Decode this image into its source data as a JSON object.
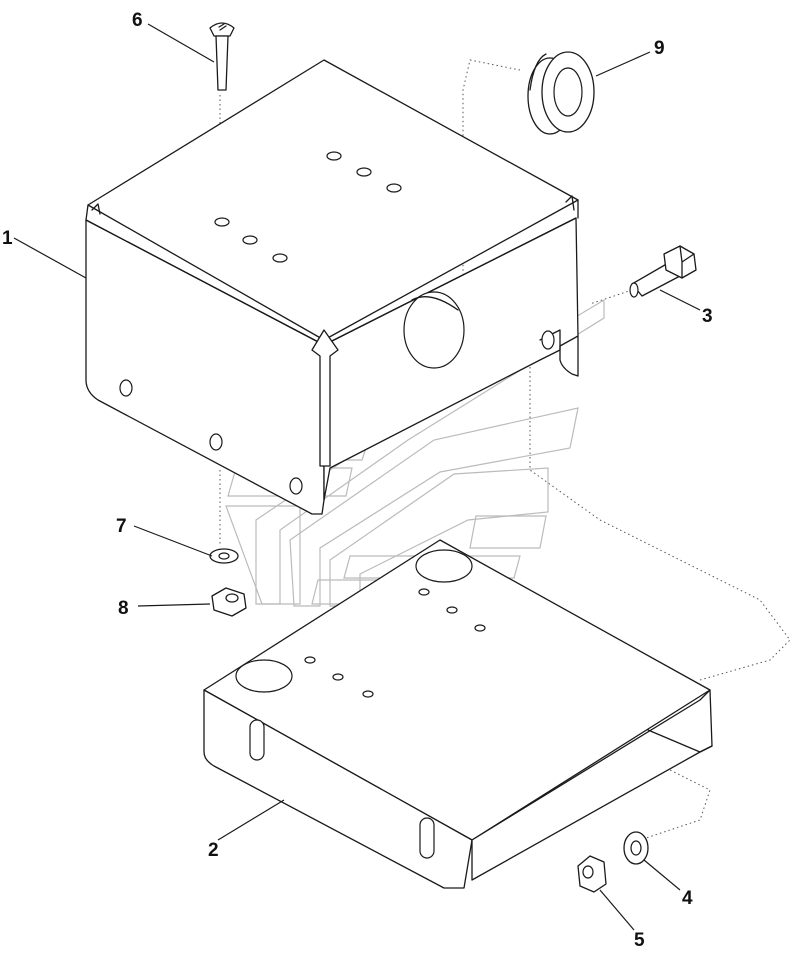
{
  "callouts": [
    {
      "id": "1",
      "text": "1"
    },
    {
      "id": "2",
      "text": "2"
    },
    {
      "id": "3",
      "text": "3"
    },
    {
      "id": "4",
      "text": "4"
    },
    {
      "id": "5",
      "text": "5"
    },
    {
      "id": "6",
      "text": "6"
    },
    {
      "id": "7",
      "text": "7"
    },
    {
      "id": "8",
      "text": "8"
    },
    {
      "id": "9",
      "text": "9"
    }
  ],
  "colors": {
    "line": "#1a1a1a",
    "watermark": "#bbbbbb",
    "background": "#ffffff"
  }
}
